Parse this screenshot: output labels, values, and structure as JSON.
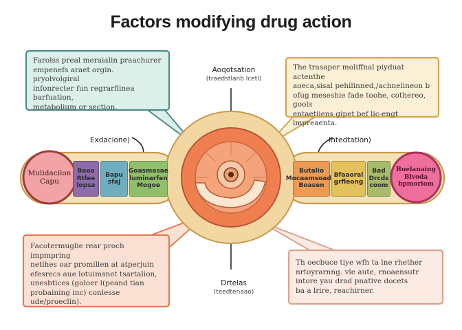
{
  "title": "Factors modifying drug action",
  "callouts": {
    "top_left": "Farolss preal meraialin praachurer\nempenefs araet orgin. pryolvolgiral\ninfonrecter fun regrarflinea barfuation,\nmetabolium or section.",
    "top_right": "The trasaper moliffnal piyduat actenthe\naoeca,sisal pehilinned,/achnelineon b\nofug meseshie fade toohe, cothereo, gools\nentaetiiens gipet bef lic-engt lmpreaenta.",
    "bottom_left": "Facotermuglie rear proch impmpring\nnetlhes oar promillen at atperjuin\nefesrecs aue lotuimsnet tsartalion,\nunesbtices (goloer l(peand tian\nprobaining inc) conlesse ude/proeclin).",
    "bottom_right": "Th oecbuce tiye wfh ta lne rhether\nnrtoyrarnng. vle aute, rnoaensutr\nintore yau drad pnative docets\nba a lrire, reachirner."
  },
  "axis_labels": {
    "top": {
      "title": "Aoqotsation",
      "subtitle": "(traedstlanb lcetl)"
    },
    "bottom": {
      "title": "Drtelas",
      "subtitle": "(teedtenaao)"
    },
    "left": {
      "title": "Exdacione)"
    },
    "right": {
      "title": "Intedtation)"
    }
  },
  "left_circle": "Mulidacilon\nCapu",
  "right_circle": "Buelanaing\nBlvoda\nhpmoriom",
  "left_pills": [
    {
      "label": "Baoa\nRtlee\nlopsa",
      "color": "#8e6cab"
    },
    {
      "label": "Bapu\nsfaj",
      "color": "#6faebf"
    },
    {
      "label": "Goasmasae\nluminarfen\nMogoe",
      "color": "#8fbf6a"
    }
  ],
  "right_pills": [
    {
      "label": "Butalio\nMocaamsoadis\nBoasen",
      "color": "#ee9a52"
    },
    {
      "label": "Bfaaoral\ngrfleong",
      "color": "#e3c25b"
    },
    {
      "label": "Bad\nDrcds\ncoom",
      "color": "#a8bb6a"
    }
  ],
  "colors": {
    "callout_tl_fill": "#dcefe9",
    "callout_tl_border": "#4e8b8b",
    "callout_tr_fill": "#fbefd5",
    "callout_tr_border": "#d6a64e",
    "callout_bl_fill": "#fbe1d4",
    "callout_bl_border": "#e27c56",
    "callout_br_fill": "#fcebe2",
    "callout_br_border": "#dba18e",
    "band_fill": "#f3e2b5",
    "band_border": "#c89a4c",
    "hub_outer": "#f2d7a3",
    "hub_orange": "#ef7f4f",
    "hub_inner": "#f5a37b",
    "left_circle_fill": "#f2a3a6",
    "left_circle_border": "#9e3a3e",
    "right_circle_fill": "#ee6f9b",
    "right_circle_border": "#a8325e"
  }
}
